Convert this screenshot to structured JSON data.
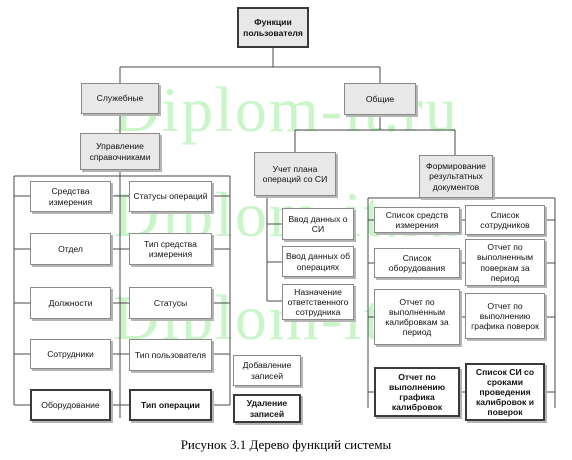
{
  "watermark": "Diplom-it.ru",
  "nodes": {
    "root": "Функции пользователя",
    "service": "Служебные",
    "general": "Общие",
    "ref_mgmt": "Управление справочниками",
    "ops_plan": "Учет плана операций со СИ",
    "results": "Формирование результатных документов",
    "means": "Средства измерения",
    "op_statuses": "Статусы операций",
    "department": "Отдел",
    "means_type": "Тип средства измерения",
    "positions": "Должности",
    "statuses": "Статусы",
    "employees": "Сотрудники",
    "user_type": "Тип пользователя",
    "equipment": "Оборудование",
    "op_type": "Тип операции",
    "add_records": "Добавление записей",
    "del_records": "Удаление записей",
    "si_entry": "Ввод данных о СИ",
    "ops_entry": "Ввод данных об операциях",
    "assign_resp": "Назначение ответственного сотрудника",
    "means_list": "Список средств измерения",
    "staff_list": "Список сотрудников",
    "equip_list": "Список оборудования",
    "checks_report": "Отчет по выполненным поверкам за период",
    "calib_report": "Отчет по выполненным калибровкам за период",
    "checks_schedule": "Отчет по выполнению графика поверок",
    "calib_schedule": "Отчет по выполнению графика калибровок",
    "si_deadlines": "Список СИ со сроками проведения калибровок и поверок"
  },
  "caption": "Рисунок 3.1 Дерево функций системы"
}
